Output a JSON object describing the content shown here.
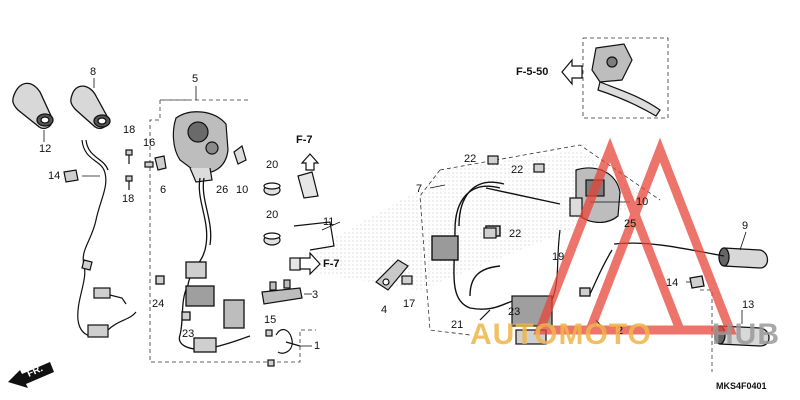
{
  "diagram_code": "MKS4F0401",
  "direction_label": "FR.",
  "watermark": {
    "part1": "AUTOMOTO",
    "part2": "HUB",
    "color1": "#f0b64a",
    "color2": "#9a9a9a",
    "logo_color": "#e8463a"
  },
  "refs": {
    "r1": "F-5-50",
    "r2": "F-7",
    "r3": "F-7"
  },
  "parts": {
    "p1": "1",
    "p2": "2",
    "p3": "3",
    "p4": "4",
    "p5": "5",
    "p6": "6",
    "p7": "7",
    "p8": "8",
    "p9": "9",
    "p10a": "10",
    "p10b": "10",
    "p11": "11",
    "p12": "12",
    "p13": "13",
    "p14a": "14",
    "p14b": "14",
    "p15": "15",
    "p16": "16",
    "p17": "17",
    "p18a": "18",
    "p18b": "18",
    "p19": "19",
    "p20a": "20",
    "p20b": "20",
    "p21": "21",
    "p22a": "22",
    "p22b": "22",
    "p22c": "22",
    "p23a": "23",
    "p23b": "23",
    "p24": "24",
    "p25": "25",
    "p26": "26"
  }
}
